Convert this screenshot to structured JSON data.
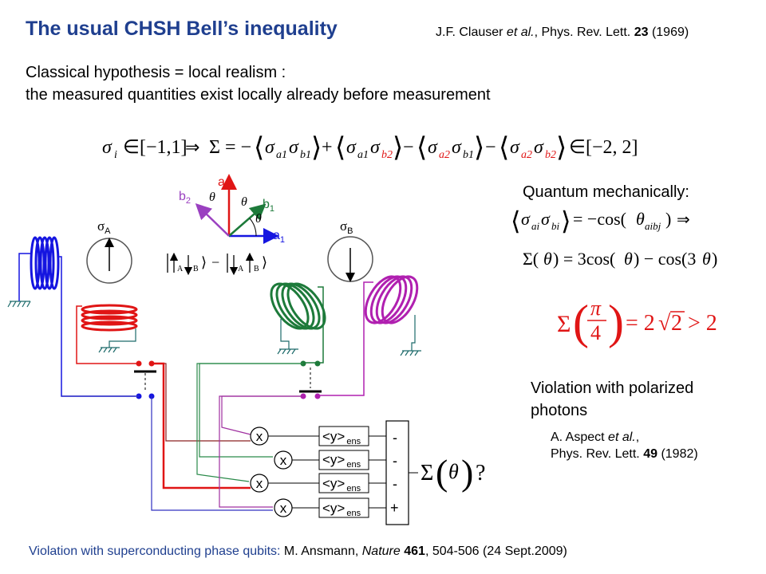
{
  "title": "The usual CHSH Bell’s inequality",
  "citation_top": {
    "authors": "J.F. Clauser",
    "etal": "et al.",
    "journal": ", Phys. Rev. Lett.",
    "volume": "23",
    "year": "(1969)"
  },
  "hypothesis": {
    "line1": "Classical hypothesis = local realism :",
    "line2": "the measured quantities exist locally already before measurement"
  },
  "quantum_label": "Quantum mechanically:",
  "violation_label": {
    "line1": "Violation with polarized",
    "line2": "photons"
  },
  "citation_aspect": {
    "authors": "A. Aspect",
    "etal": "et al.",
    "journal": "Phys. Rev. Lett.",
    "volume": "49",
    "year": "(1982)"
  },
  "footer": {
    "prefix": "Violation with superconducting phase qubits:",
    "authors": "M. Ansmann,",
    "journal": "Nature",
    "volume": "461",
    "pages": ", 504-506 (24 Sept.2009)"
  },
  "vectors": {
    "a1": "a",
    "a1_sub": "1",
    "a2": "a",
    "a2_sub": "2",
    "b1": "b",
    "b1_sub": "1",
    "b2": "b",
    "b2_sub": "2",
    "theta": "θ"
  },
  "sigma_labels": {
    "sigma_a": "σ",
    "sigma_a_sub": "A",
    "sigma_b": "σ",
    "sigma_b_sub": "B"
  },
  "circuit": {
    "multiply_symbol": "x",
    "ens_label": "<y>",
    "ens_sub": "ens",
    "signs": [
      "-",
      "-",
      "-",
      "+"
    ]
  },
  "colors": {
    "title": "#1f3f8f",
    "blue_coil": "#1515e0",
    "red_coil": "#e01515",
    "green_coil": "#1d7a3a",
    "purple_coil": "#b020b0",
    "wire_blue": "#3030c0",
    "wire_red": "#d02020",
    "wire_green": "#2a8a4a",
    "wire_purple": "#a030a0"
  }
}
